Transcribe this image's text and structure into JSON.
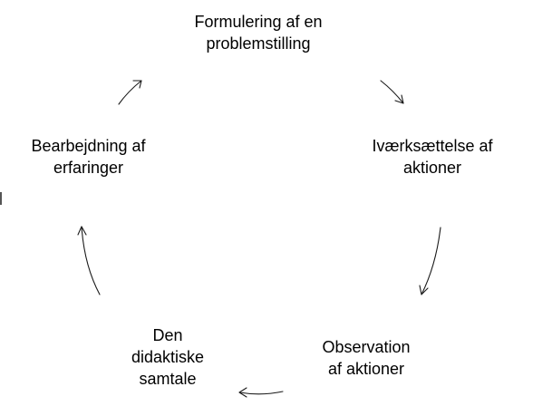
{
  "diagram": {
    "nodes": [
      {
        "id": "formulering",
        "lines": [
          "Formulering af en",
          "problemstilling"
        ]
      },
      {
        "id": "iværksættelse",
        "lines": [
          "Iværksættelse af",
          "aktioner"
        ]
      },
      {
        "id": "observation",
        "lines": [
          "Observation",
          "af aktioner"
        ]
      },
      {
        "id": "samtale",
        "lines": [
          "Den",
          "didaktiske",
          "samtale"
        ]
      },
      {
        "id": "bearbejdning",
        "lines": [
          "Bearbejdning af",
          "erfaringer"
        ]
      }
    ],
    "edges": [
      {
        "from": "formulering",
        "to": "iværksættelse"
      },
      {
        "from": "iværksættelse",
        "to": "observation"
      },
      {
        "from": "observation",
        "to": "samtale"
      },
      {
        "from": "samtale",
        "to": "bearbejdning"
      },
      {
        "from": "bearbejdning",
        "to": "formulering"
      }
    ]
  }
}
